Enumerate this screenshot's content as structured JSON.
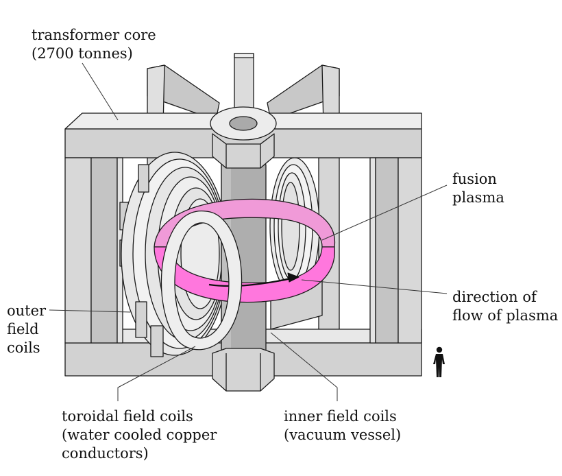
{
  "labels": {
    "transformer_core": [
      "transformer core",
      "(2700 tonnes)"
    ],
    "fusion_plasma": [
      "fusion",
      "plasma"
    ],
    "flow_direction": [
      "direction of",
      "flow of plasma"
    ],
    "outer_field_coils": [
      "outer",
      "field",
      "coils"
    ],
    "toroidal_field_coils": [
      "toroidal field coils",
      "(water cooled copper",
      "conductors)"
    ],
    "inner_field_coils": [
      "inner field coils",
      "(vacuum vessel)"
    ]
  },
  "colors": {
    "metal_light": "#e6e6e6",
    "metal_mid": "#d0d0d0",
    "metal_dark": "#b4b4b4",
    "outline": "#1a1a1a",
    "plasma": "#ff77dd",
    "plasma_dark": "#e050c0"
  },
  "icons": {
    "scale_figure": "person-silhouette-icon",
    "flow_arrow": "arrow-icon"
  }
}
